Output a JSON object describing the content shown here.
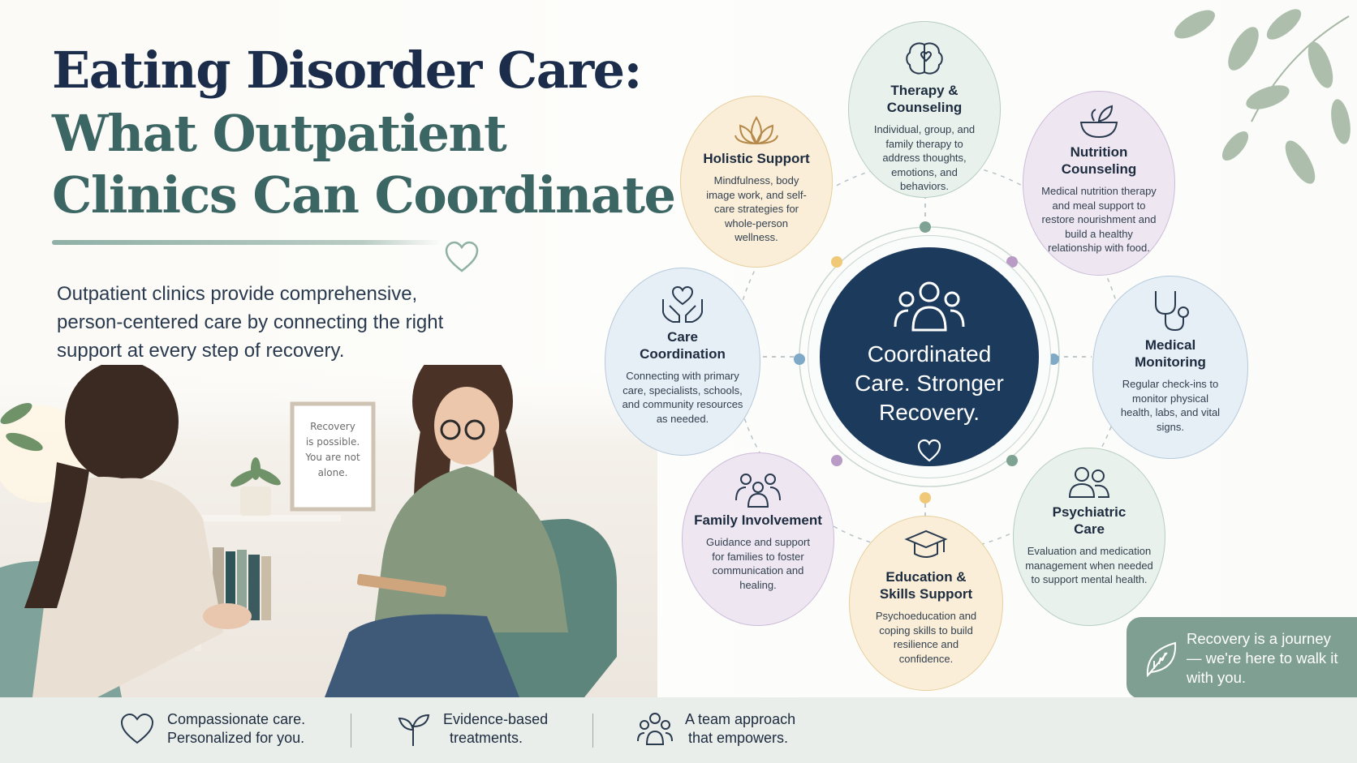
{
  "header": {
    "line1": "Eating Disorder Care:",
    "line2": "What Outpatient",
    "line3": "Clinics Can Coordinate"
  },
  "intro": "Outpatient clinics provide comprehensive, person-centered care by connecting the right support at every step of recovery.",
  "photo": {
    "frame_text": [
      "Recovery",
      "is possible.",
      "You are not",
      "alone."
    ]
  },
  "center": {
    "icon": "group-icon",
    "title": "Coordinated Care. Stronger Recovery.",
    "heart_icon": "heart-icon",
    "color": "#1c3a5c"
  },
  "services": [
    {
      "title": "Therapy & Counseling",
      "desc": "Individual, group, and family therapy to address thoughts, emotions, and behaviors.",
      "icon": "brain-heart-icon",
      "color": "#e5efe8"
    },
    {
      "title": "Nutrition Counseling",
      "desc": "Medical nutrition therapy and meal support to restore nourishment and build a healthy relationship with food.",
      "icon": "bowl-leaf-icon",
      "color": "#ece5f1"
    },
    {
      "title": "Medical Monitoring",
      "desc": "Regular check-ins to monitor physical health, labs, and vital signs.",
      "icon": "stethoscope-icon",
      "color": "#e3ecf4"
    },
    {
      "title": "Psychiatric Care",
      "desc": "Evaluation and medication management when needed to support mental health.",
      "icon": "people-icon",
      "color": "#e5efe8"
    },
    {
      "title": "Education & Skills Support",
      "desc": "Psychoeducation and coping skills to build resilience and confidence.",
      "icon": "graduation-cap-icon",
      "color": "#f8ecd6"
    },
    {
      "title": "Family Involvement",
      "desc": "Guidance and support for families to foster communication and healing.",
      "icon": "family-icon",
      "color": "#ece5f1"
    },
    {
      "title": "Care Coordination",
      "desc": "Connecting with primary care, specialists, schools, and community resources as needed.",
      "icon": "hands-heart-icon",
      "color": "#e3ecf4"
    },
    {
      "title": "Holistic Support",
      "desc": "Mindfulness, body image work, and self-care strategies for whole-person wellness.",
      "icon": "lotus-icon",
      "color": "#f8ecd6"
    }
  ],
  "quote": {
    "text": "Recovery is a journey— we're here to walk it with you.",
    "icon": "leaf-icon",
    "color": "#7f9f92"
  },
  "footer": [
    {
      "line1": "Compassionate care.",
      "line2": "Personalized for you.",
      "icon": "heart-outline-icon"
    },
    {
      "line1": "Evidence-based",
      "line2": "treatments.",
      "icon": "sprout-icon"
    },
    {
      "line1": "A team approach",
      "line2": "that empowers.",
      "icon": "team-icon"
    }
  ]
}
